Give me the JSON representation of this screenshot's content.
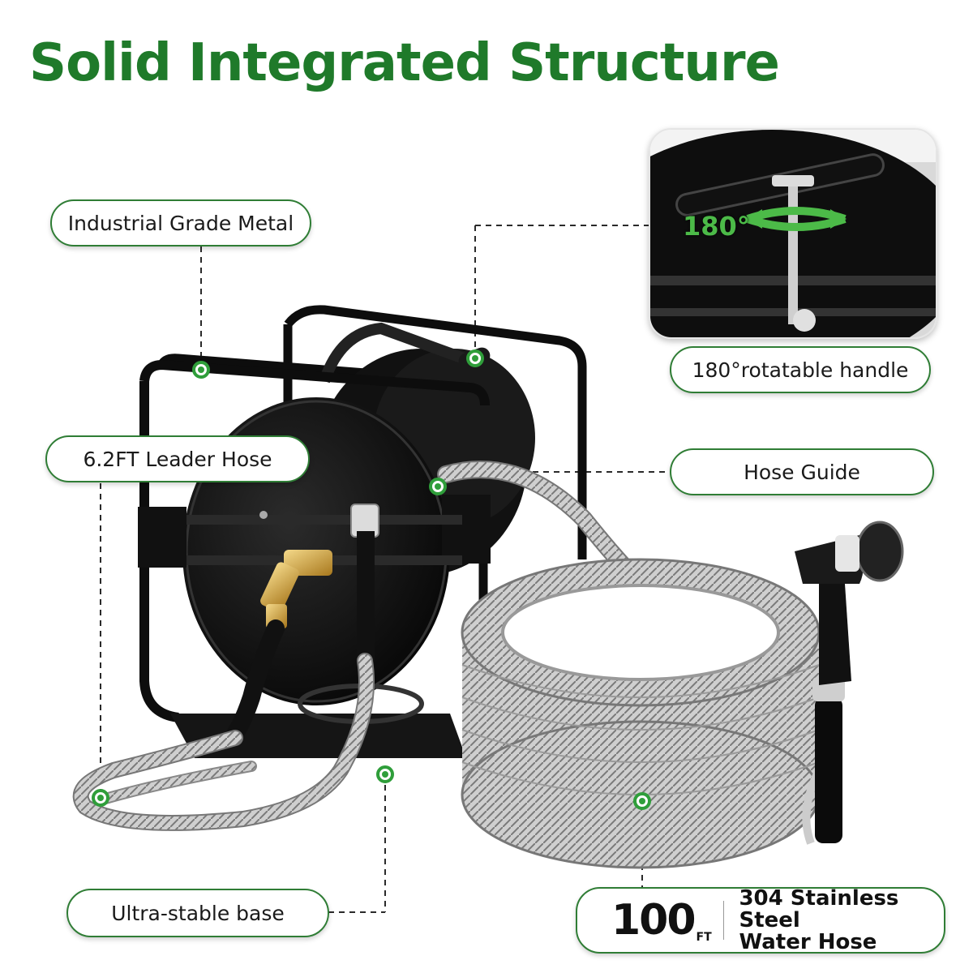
{
  "title": "Solid Integrated Structure",
  "labels": {
    "metal": "Industrial Grade Metal",
    "leader": "6.2FT Leader Hose",
    "handle": "180°rotatable handle",
    "guide": "Hose Guide",
    "base": "Ultra-stable base"
  },
  "inset": {
    "angle": "180°"
  },
  "hose": {
    "length": "100",
    "unit": "FT",
    "line1": "304 Stainless Steel",
    "line2": "Water Hose"
  },
  "colors": {
    "accent": "#1f7a2a",
    "border": "#2f7d35"
  }
}
